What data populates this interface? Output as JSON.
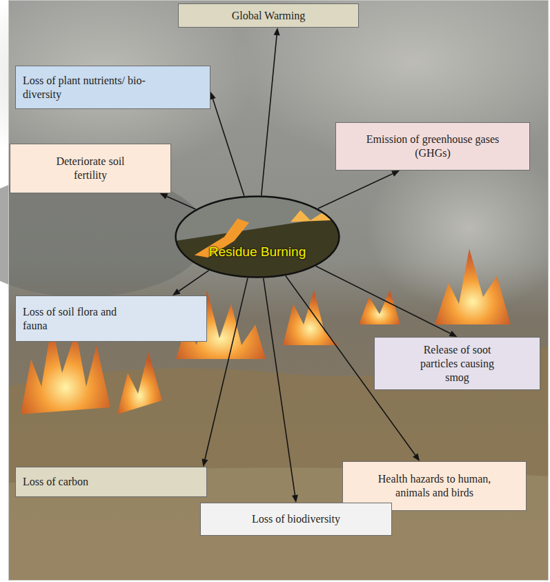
{
  "diagram": {
    "nodes": [
      {
        "text": [
          "Global Warming"
        ]
      },
      {
        "text": [
          "Loss of plant nutrients/ bio-diversity"
        ]
      },
      {
        "text": [
          "Emission of greenhouse gases (GHGs)"
        ]
      },
      {
        "text": [
          "Deteriorate soil fertility"
        ]
      },
      {
        "text": [
          "Residue Burning"
        ]
      },
      {
        "text": [
          "Loss of soil flora and fauna"
        ]
      },
      {
        "text": [
          "Release of soot particles causing smog"
        ]
      },
      {
        "text": [
          "Health hazards to human, animals and birds"
        ]
      },
      {
        "text": [
          "Loss of carbon"
        ]
      },
      {
        "text": [
          "Loss of biodiversity"
        ]
      }
    ],
    "edges": [
      {
        "from": 4,
        "to": 0,
        "arrow": "to"
      },
      {
        "from": 4,
        "to": 1,
        "arrow": "to"
      },
      {
        "from": 4,
        "to": 2,
        "arrow": "to"
      },
      {
        "from": 4,
        "to": 3,
        "arrow": "to"
      },
      {
        "from": 4,
        "to": 5,
        "arrow": "to"
      },
      {
        "from": 4,
        "to": 6,
        "arrow": "to"
      },
      {
        "from": 4,
        "to": 7,
        "arrow": "to"
      },
      {
        "from": 4,
        "to": 8,
        "arrow": "to"
      },
      {
        "from": 4,
        "to": 9,
        "arrow": "to"
      }
    ]
  }
}
